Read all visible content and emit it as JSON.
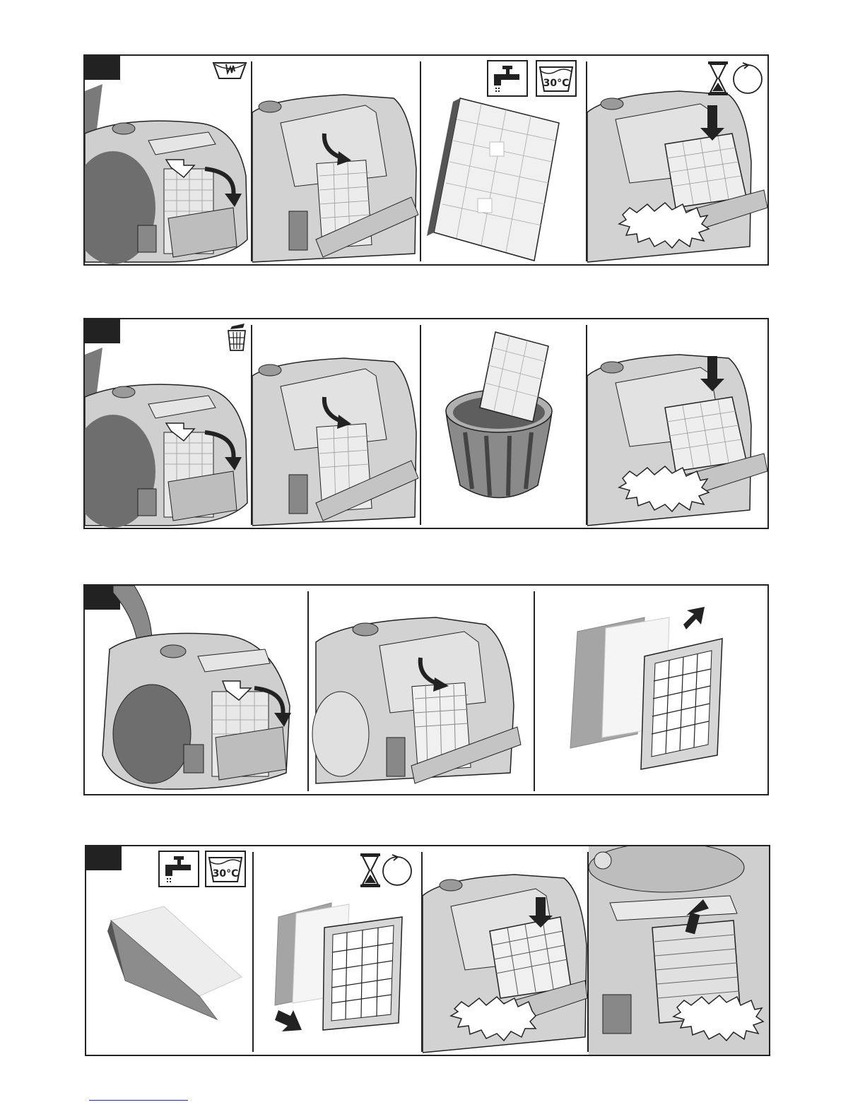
{
  "figures": [
    {
      "id": "filter-wash",
      "symbols": [
        "hand-wash-icon"
      ],
      "steps": [
        "open-flap",
        "remove-filter",
        "rinse-filter",
        "dry-and-insert"
      ]
    },
    {
      "id": "filter-replace",
      "symbols": [
        "trash-bin-icon"
      ],
      "steps": [
        "open-flap",
        "remove-filter",
        "discard-filter",
        "insert-new-filter"
      ]
    },
    {
      "id": "prefilter-remove",
      "symbols": [],
      "steps": [
        "open-flap",
        "remove-filter-frame",
        "separate-filter-layers"
      ]
    },
    {
      "id": "prefilter-wash",
      "symbols": [
        "tap-icon",
        "wash-30-icon"
      ],
      "steps": [
        "rinse-filter",
        "dry-and-assemble",
        "insert-filter",
        "close-flap"
      ]
    }
  ],
  "labels": {
    "wash_temp": "30°C"
  },
  "colors": {
    "outline": "#222222",
    "body_light": "#d9d9d9",
    "body_mid": "#b5b5b5",
    "body_dark": "#7a7a7a",
    "arrow_white": "#ffffff"
  }
}
